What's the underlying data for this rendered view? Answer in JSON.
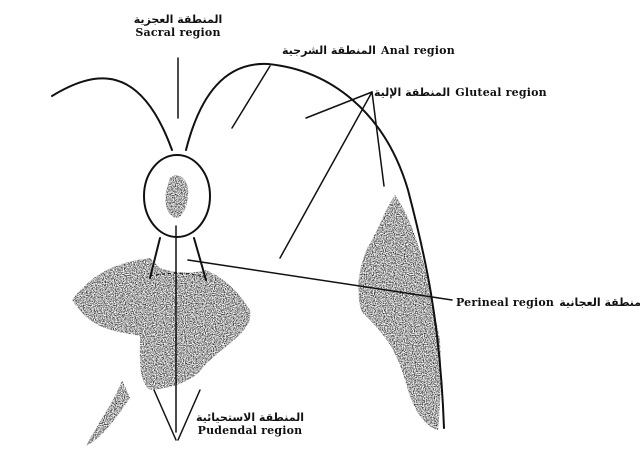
{
  "labels": {
    "sacral": {
      "ar": "المنطقة العجزية",
      "en": "Sacral region"
    },
    "anal": {
      "ar": "المنطقة الشرجية",
      "en": "Anal region"
    },
    "gluteal": {
      "ar": "المنطقة الإلية",
      "en": "Gluteal region"
    },
    "perineal": {
      "ar": "المنطقة العجانية",
      "en": "Perineal region"
    },
    "pudendal": {
      "ar": "المنطقة الاستحيائية",
      "en": "Pudendal region"
    }
  },
  "colors": {
    "ink": "#111111",
    "paper": "#ffffff"
  }
}
